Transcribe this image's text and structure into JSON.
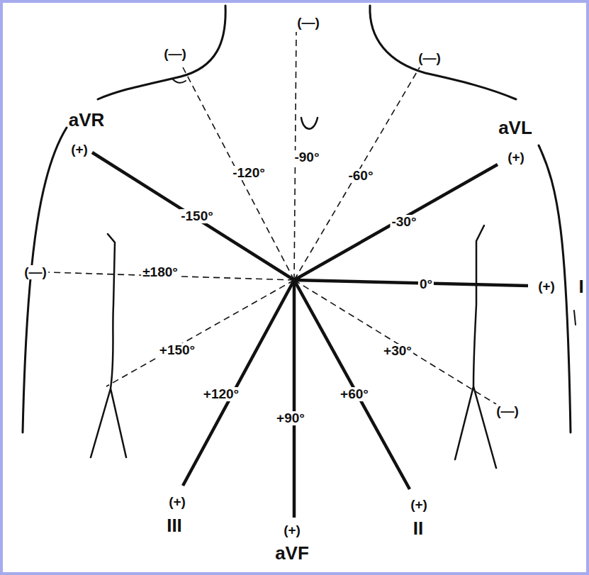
{
  "diagram": {
    "labels": [
      "(—)",
      "(—)",
      "(—)",
      "aVR",
      "aVL",
      "(+)",
      "(+)",
      "-120°",
      "-90°",
      "-60°",
      "-150°",
      "-30°",
      "(—)",
      "±180°",
      "0°",
      "(+)",
      "I",
      "+30°",
      "+150°",
      "+120°",
      "+90°",
      "+60°",
      "(—)",
      "(+)",
      "III",
      "(+)",
      "aVF",
      "(+)",
      "II"
    ]
  }
}
